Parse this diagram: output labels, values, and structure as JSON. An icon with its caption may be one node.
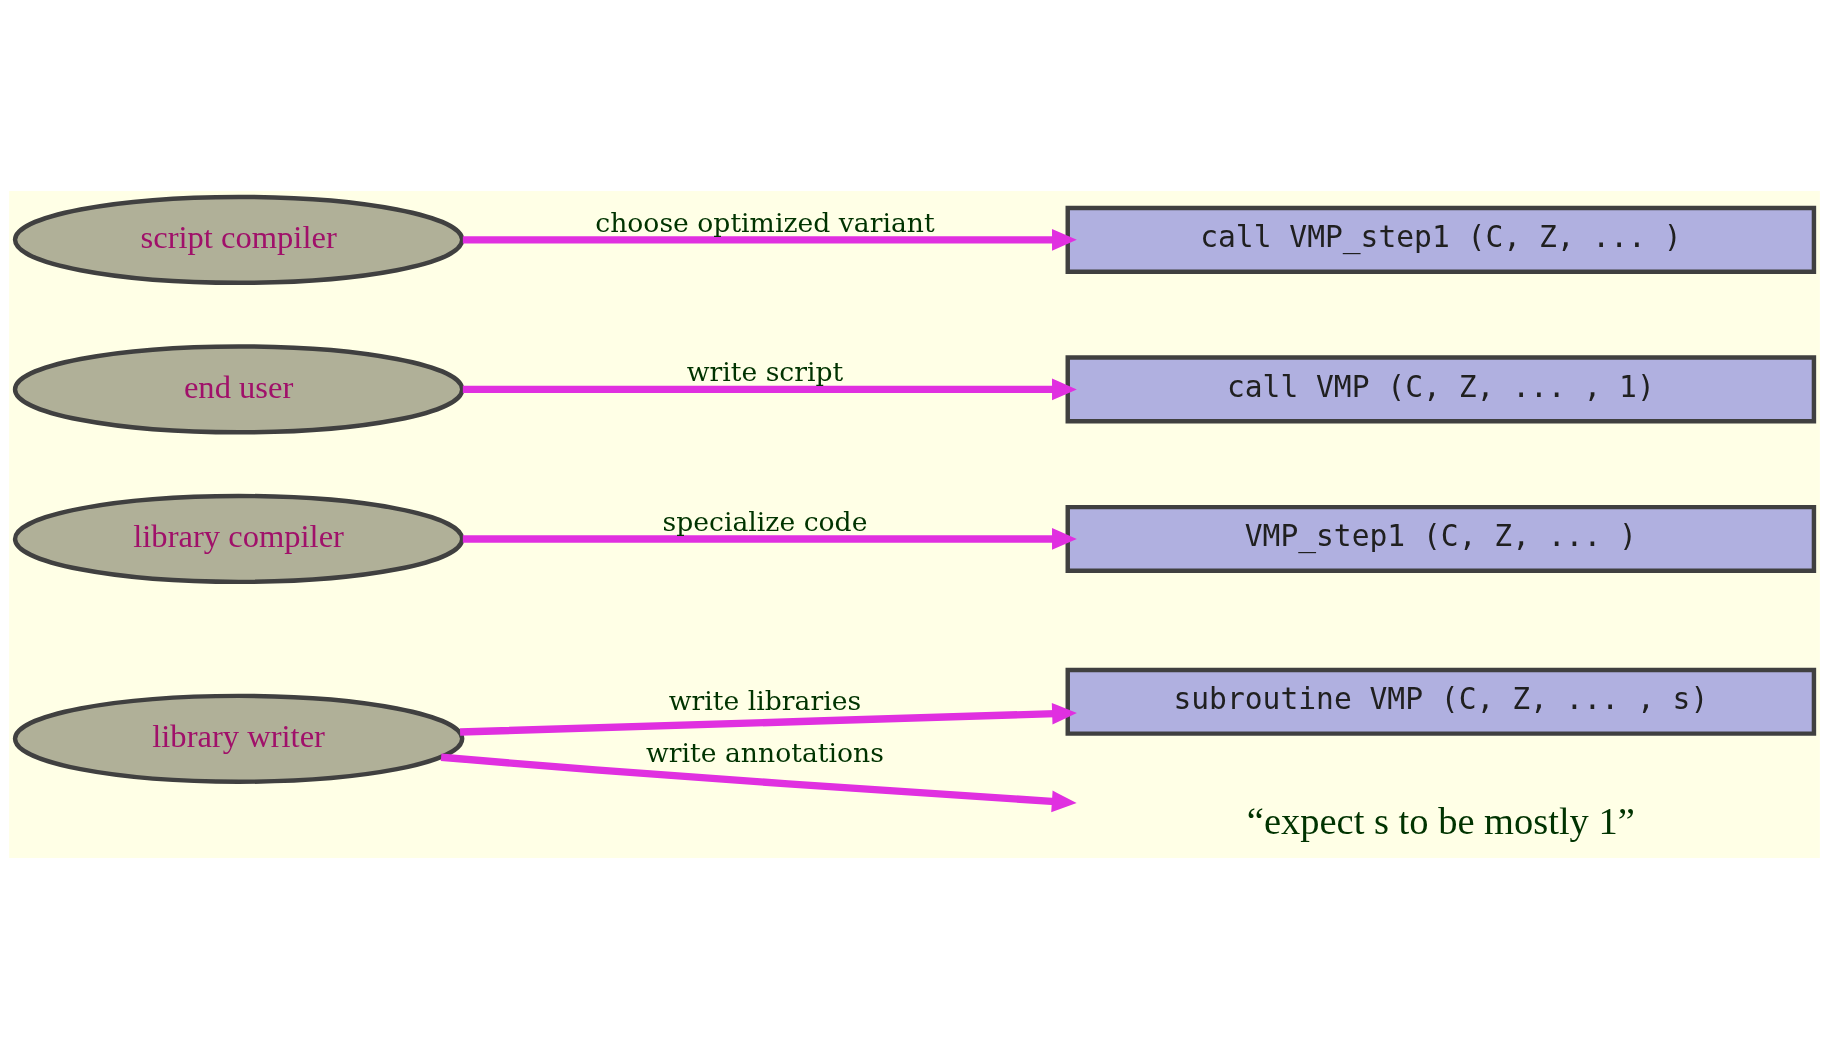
{
  "diagram": {
    "nodes": [
      {
        "text": [
          "library writer"
        ]
      },
      {
        "text": [
          "subroutine VMP (C, Z, ... , s)"
        ]
      },
      {
        "text": [
          "“expect s to be mostly 1”"
        ]
      },
      {
        "text": [
          "library compiler"
        ]
      },
      {
        "text": [
          "VMP_step1 (C, Z, ... )"
        ]
      },
      {
        "text": [
          "end user"
        ]
      },
      {
        "text": [
          "call VMP (C, Z, ... , 1)"
        ]
      },
      {
        "text": [
          "script compiler"
        ]
      },
      {
        "text": [
          "call VMP_step1 (C, Z, ... )"
        ]
      }
    ],
    "edges": [
      {
        "from": 0,
        "to": 1,
        "arrow": "to",
        "label": "write libraries"
      },
      {
        "from": 0,
        "to": 2,
        "arrow": "to",
        "label": "write annotations"
      },
      {
        "from": 3,
        "to": 4,
        "arrow": "to",
        "label": "specialize code"
      },
      {
        "from": 5,
        "to": 6,
        "arrow": "to",
        "label": "write script"
      },
      {
        "from": 7,
        "to": 8,
        "arrow": "to",
        "label": "choose optimized variant"
      }
    ]
  }
}
